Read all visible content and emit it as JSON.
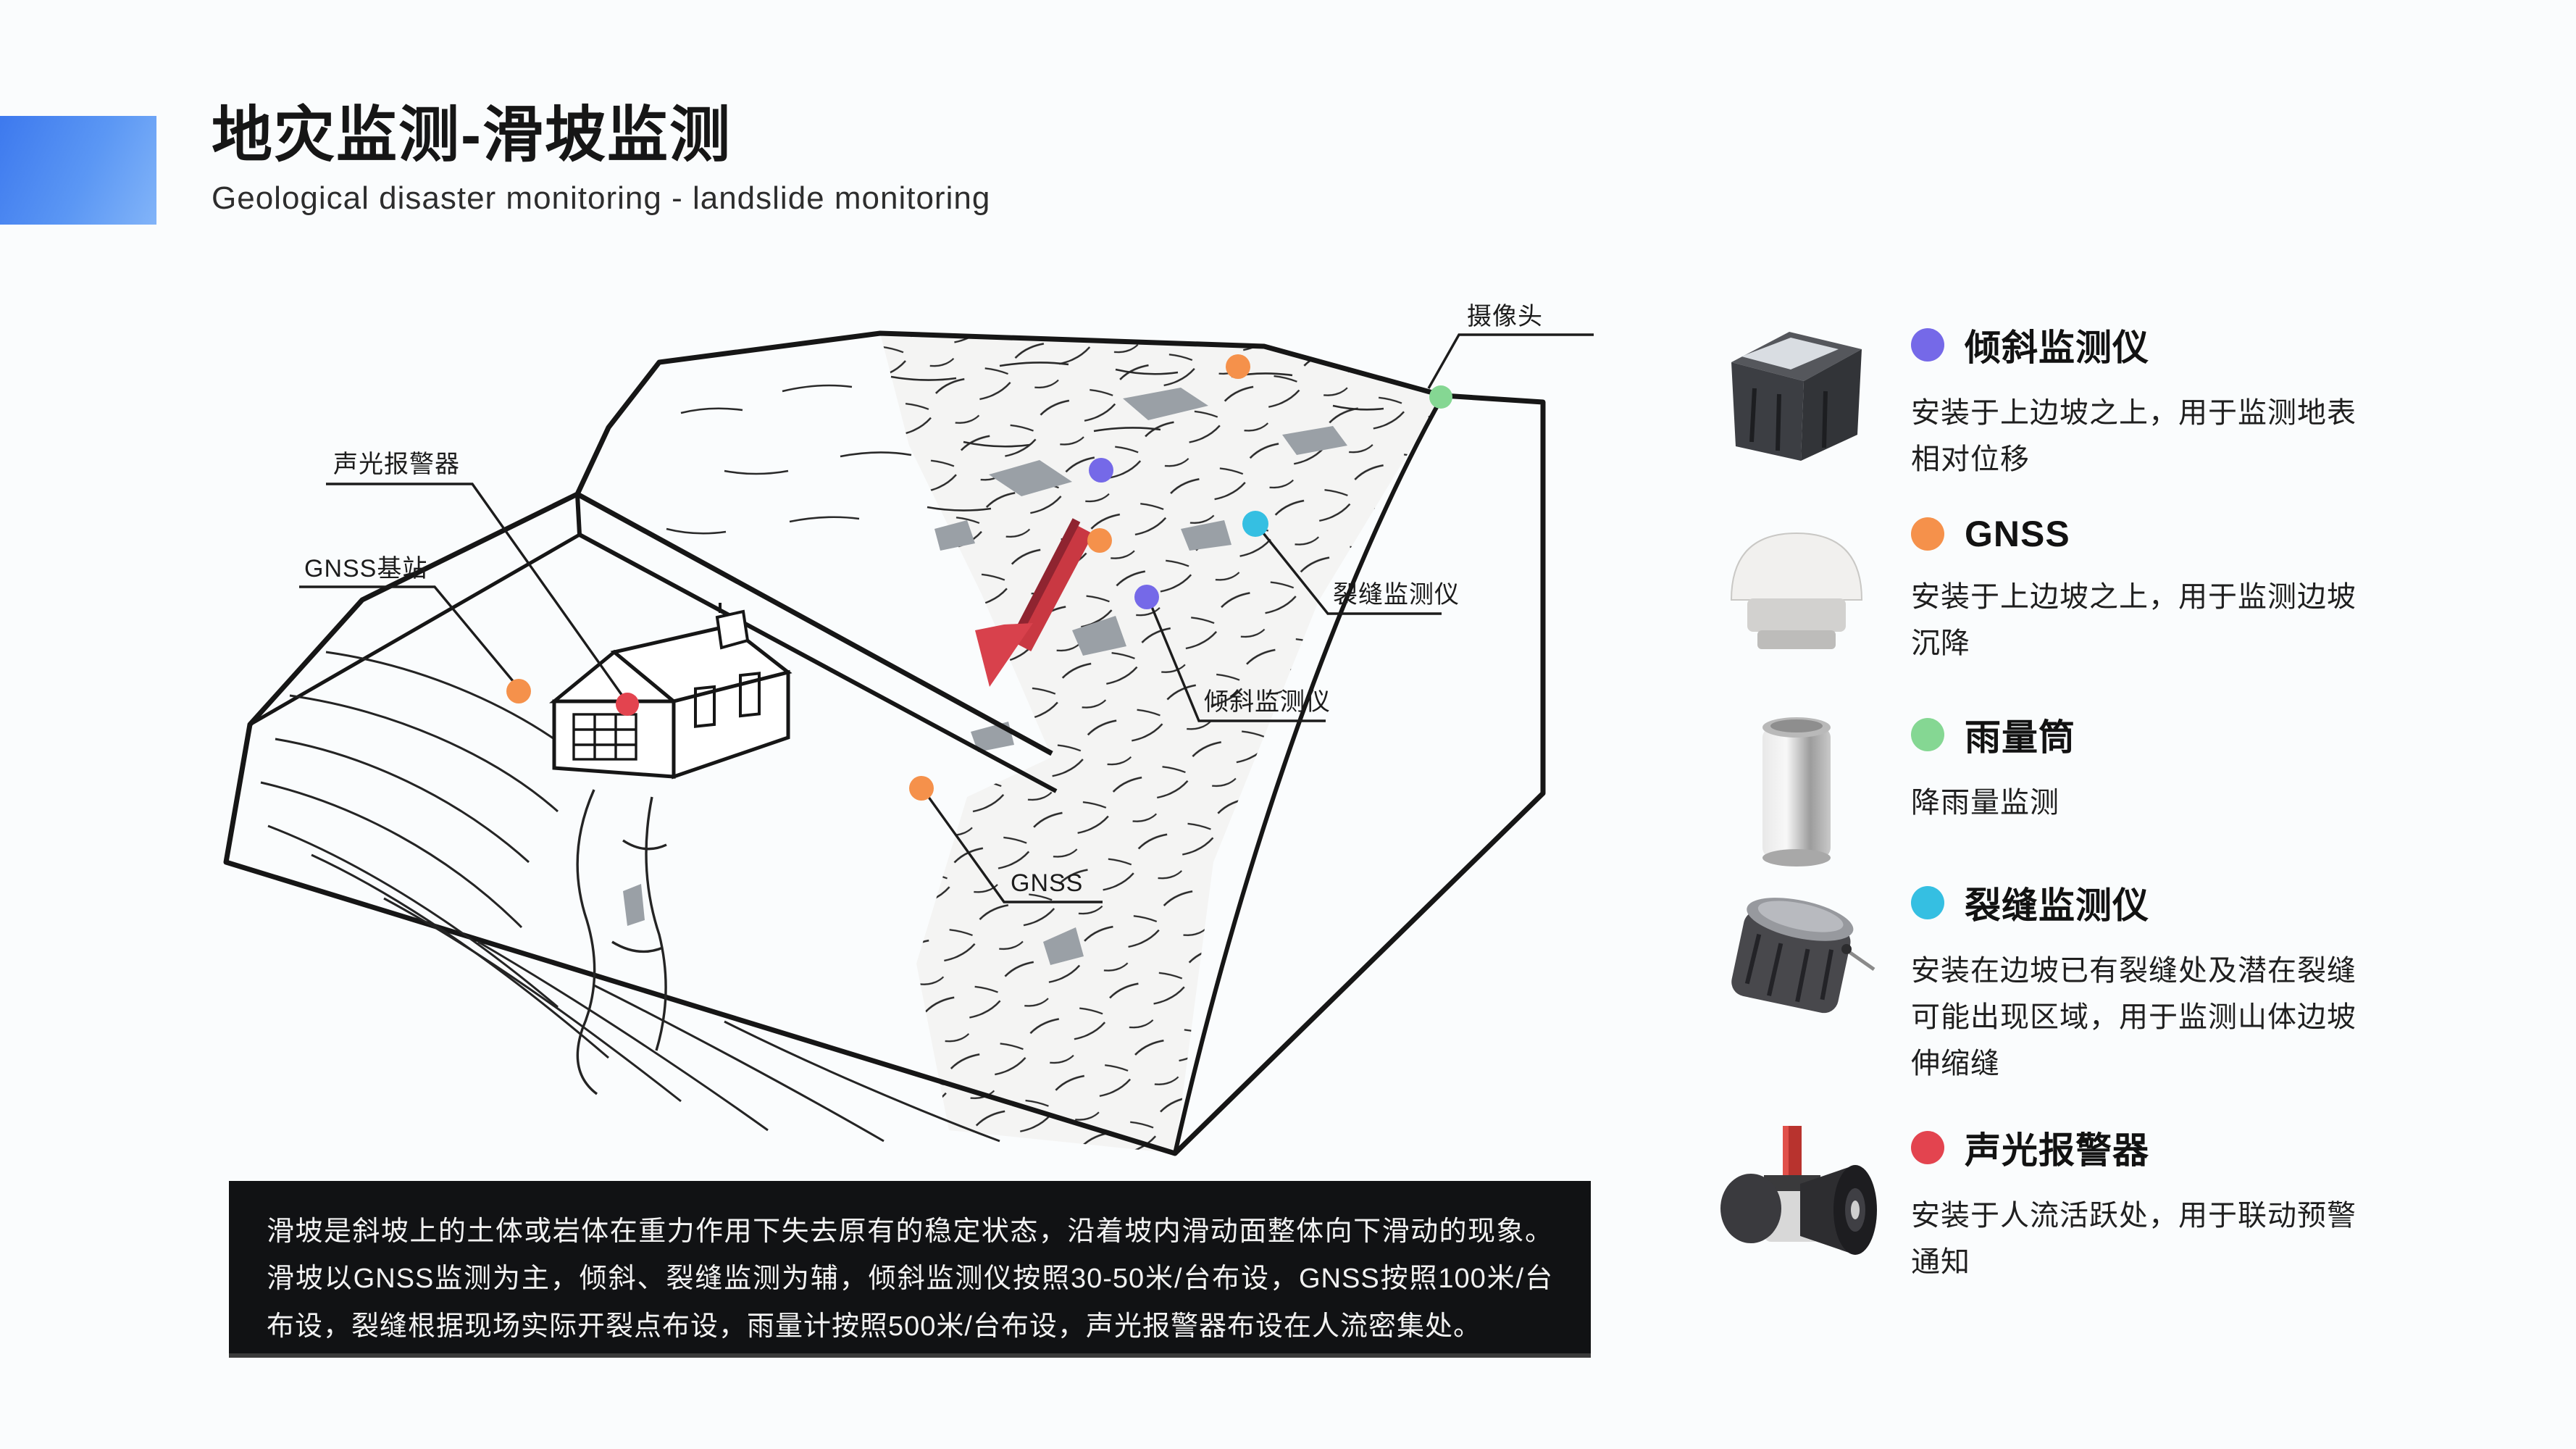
{
  "header": {
    "title": "地灾监测-滑坡监测",
    "subtitle": "Geological disaster monitoring - landslide monitoring",
    "accent_color": "#4e86f1"
  },
  "diagram": {
    "labels": {
      "camera": "摄像头",
      "alarm": "声光报警器",
      "gnss_base": "GNSS基站",
      "crack": "裂缝监测仪",
      "tilt": "倾斜监测仪",
      "gnss": "GNSS"
    },
    "marker_colors": {
      "camera_green": "#85d793",
      "gnss_orange": "#f5914b",
      "tilt_purple": "#7569e8",
      "crack_cyan": "#35bfe2",
      "alarm_red": "#e3444f"
    },
    "arrow_color": "#c93842"
  },
  "legend": {
    "items": [
      {
        "name": "倾斜监测仪",
        "dot_color": "#7569e8",
        "desc": "安装于上边坡之上，用于监测地表相对位移"
      },
      {
        "name": "GNSS",
        "dot_color": "#f5914b",
        "desc": "安装于上边坡之上，用于监测边坡沉降"
      },
      {
        "name": "雨量筒",
        "dot_color": "#85d793",
        "desc": "降雨量监测"
      },
      {
        "name": "裂缝监测仪",
        "dot_color": "#35bfe2",
        "desc": "安装在边坡已有裂缝处及潜在裂缝可能出现区域，用于监测山体边坡伸缩缝"
      },
      {
        "name": "声光报警器",
        "dot_color": "#e3444f",
        "desc": "安装于人流活跃处，用于联动预警通知"
      }
    ]
  },
  "info_box": {
    "text": "滑坡是斜坡上的土体或岩体在重力作用下失去原有的稳定状态，沿着坡内滑动面整体向下滑动的现象。滑坡以GNSS监测为主，倾斜、裂缝监测为辅，倾斜监测仪按照30-50米/台布设，GNSS按照100米/台布设，裂缝根据现场实际开裂点布设，雨量计按照500米/台布设，声光报警器布设在人流密集处。"
  }
}
